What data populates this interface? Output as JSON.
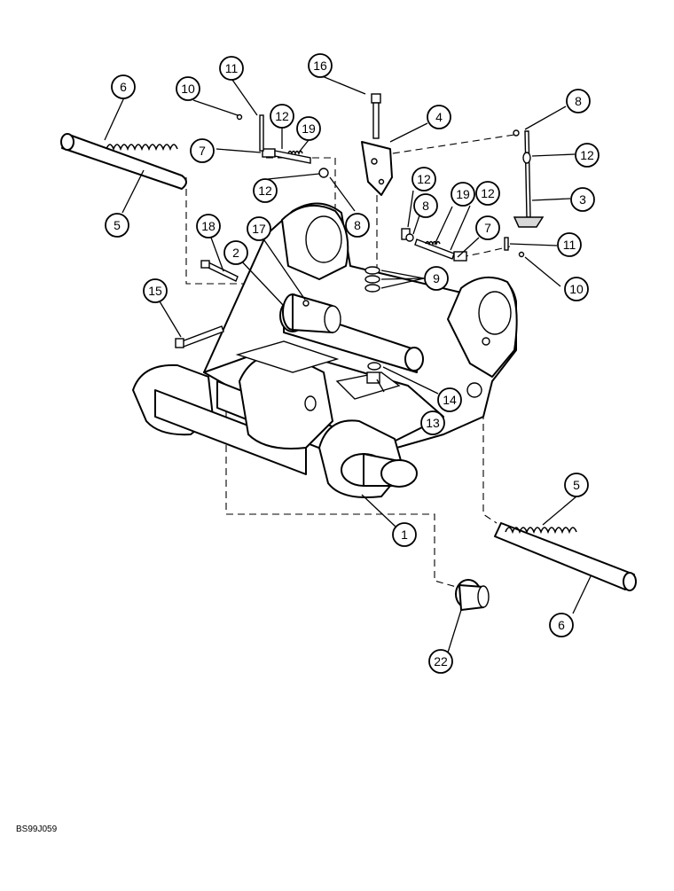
{
  "figure_code": "BS99J059",
  "callouts": [
    {
      "id": "c1",
      "label": "1"
    },
    {
      "id": "c2",
      "label": "2"
    },
    {
      "id": "c3",
      "label": "3"
    },
    {
      "id": "c4",
      "label": "4"
    },
    {
      "id": "c5a",
      "label": "5"
    },
    {
      "id": "c5b",
      "label": "5"
    },
    {
      "id": "c6a",
      "label": "6"
    },
    {
      "id": "c6b",
      "label": "6"
    },
    {
      "id": "c7a",
      "label": "7"
    },
    {
      "id": "c7b",
      "label": "7"
    },
    {
      "id": "c8a",
      "label": "8"
    },
    {
      "id": "c8b",
      "label": "8"
    },
    {
      "id": "c8c",
      "label": "8"
    },
    {
      "id": "c9",
      "label": "9"
    },
    {
      "id": "c10a",
      "label": "10"
    },
    {
      "id": "c10b",
      "label": "10"
    },
    {
      "id": "c11a",
      "label": "11"
    },
    {
      "id": "c11b",
      "label": "11"
    },
    {
      "id": "c12a",
      "label": "12"
    },
    {
      "id": "c12b",
      "label": "12"
    },
    {
      "id": "c12c",
      "label": "12"
    },
    {
      "id": "c12d",
      "label": "12"
    },
    {
      "id": "c12e",
      "label": "12"
    },
    {
      "id": "c13",
      "label": "13"
    },
    {
      "id": "c14",
      "label": "14"
    },
    {
      "id": "c15",
      "label": "15"
    },
    {
      "id": "c16",
      "label": "16"
    },
    {
      "id": "c17",
      "label": "17"
    },
    {
      "id": "c18",
      "label": "18"
    },
    {
      "id": "c19a",
      "label": "19"
    },
    {
      "id": "c19b",
      "label": "19"
    },
    {
      "id": "c22",
      "label": "22"
    }
  ]
}
